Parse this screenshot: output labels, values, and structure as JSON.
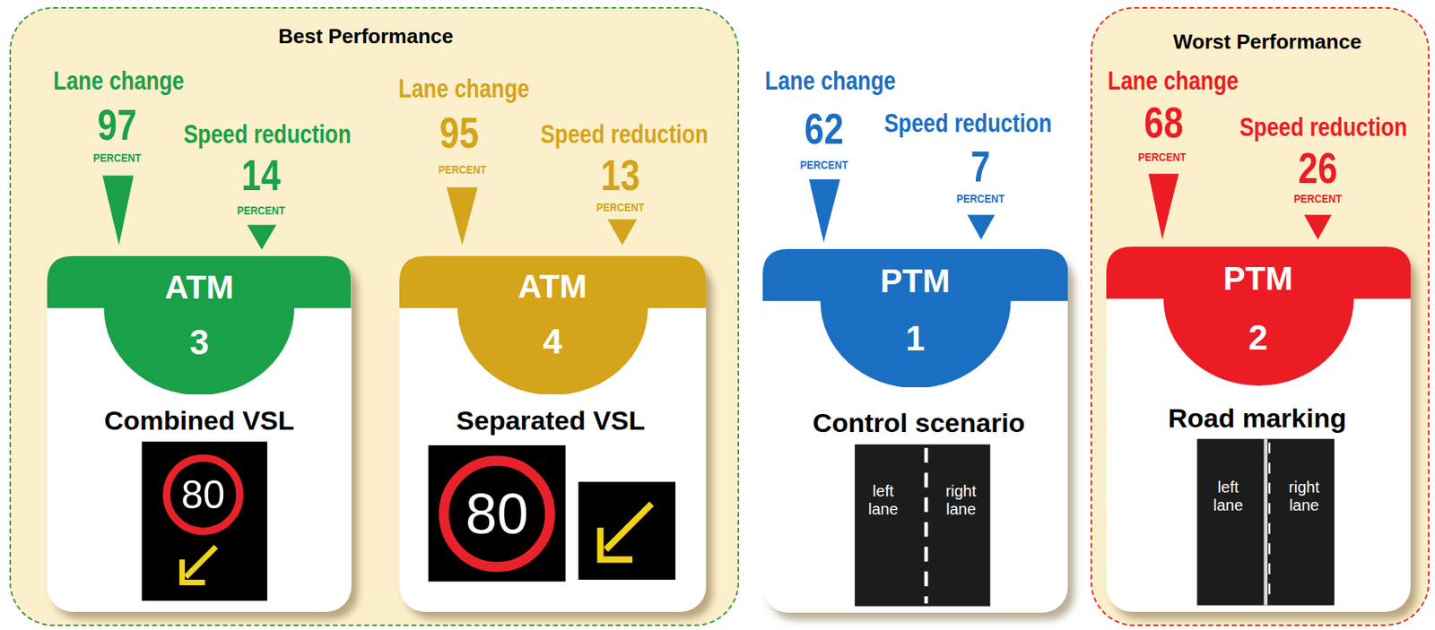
{
  "diagram": {
    "nodes": [
      {
        "text": [
          "Best Performance"
        ]
      },
      {
        "text": [
          "Combined VSL"
        ],
        "in": 0
      },
      {
        "text": [
          "ATM",
          "3"
        ],
        "in": 1
      },
      {
        "text": [
          "Separated VSL"
        ],
        "in": 0
      },
      {
        "text": [
          "ATM",
          "4"
        ],
        "in": 3
      },
      {
        "text": [
          "Control scenario"
        ]
      },
      {
        "text": [
          "PTM",
          "1"
        ],
        "in": 5
      },
      {
        "text": [
          "Worst Performance"
        ]
      },
      {
        "text": [
          "Road marking"
        ],
        "in": 7
      },
      {
        "text": [
          "PTM",
          "2"
        ],
        "in": 8
      }
    ],
    "labels": [
      "Lane change",
      "97",
      "PERCENT",
      "Speed reduction",
      "14",
      "PERCENT",
      "80",
      "Lane change",
      "95",
      "PERCENT",
      "Speed reduction",
      "13",
      "PERCENT",
      "80",
      "Lane change",
      "62",
      "PERCENT",
      "Speed reduction",
      "7",
      "PERCENT",
      "left lane",
      "right lane",
      "Lane change",
      "68",
      "PERCENT",
      "Speed reduction",
      "26",
      "PERCENT",
      "left lane",
      "right lane"
    ]
  }
}
